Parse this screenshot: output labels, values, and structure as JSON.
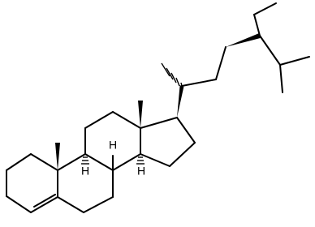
{
  "stereo_labels": {
    "h1": "H",
    "h2": "H",
    "h3": "H"
  },
  "line_color": "#000000",
  "background_color": "#ffffff"
}
